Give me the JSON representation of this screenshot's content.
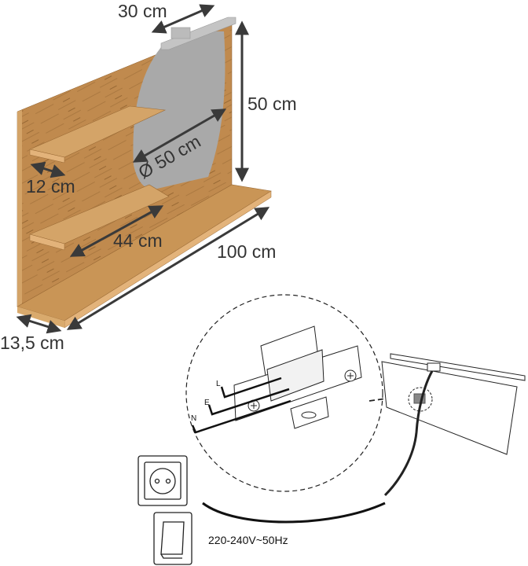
{
  "product": {
    "name": "wall shelf with round mirror and lamp",
    "colors": {
      "wood": "#c08a4e",
      "wood_dark": "#9a6a35",
      "wood_light": "#d4a468",
      "mirror": "#a9a9a9",
      "lamp": "#b9b9b9",
      "arrow": "#3a3a3a",
      "line": "#111111"
    }
  },
  "dimensions": {
    "lamp_width": "30 cm",
    "height": "50 cm",
    "mirror_diameter": "Ø 50 cm",
    "small_shelf_depth": "12 cm",
    "shelf_length": "44 cm",
    "total_width": "100 cm",
    "base_depth": "13,5 cm"
  },
  "wiring": {
    "labels": [
      "L",
      "E",
      "N"
    ],
    "voltage": "220-240V~50Hz"
  },
  "icons": [
    "socket-icon",
    "switch-icon",
    "terminal-block-icon",
    "lamp-panel-icon"
  ]
}
